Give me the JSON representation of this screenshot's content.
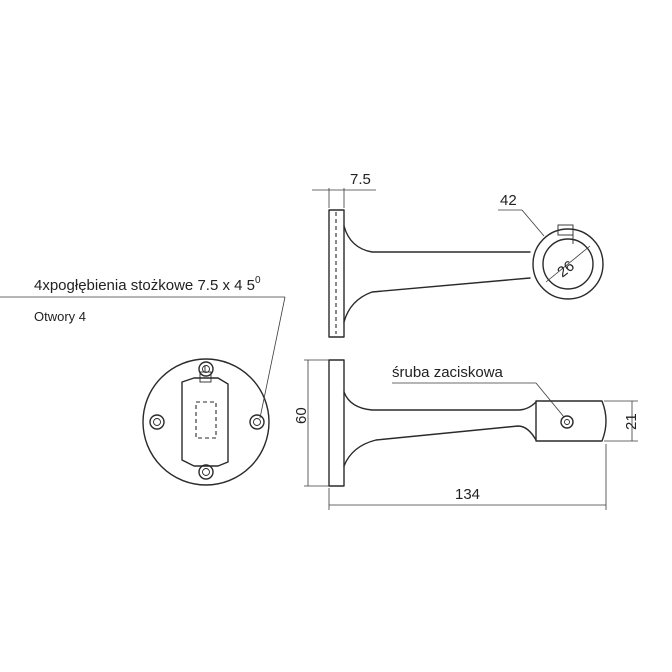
{
  "annotations": {
    "holes_spec": "4xpogłębienia stożkowe 7.5 x 4 5",
    "holes_spec_sup": "0",
    "holes_count": "Otwory 4",
    "clamp_screw": "śruba zaciskowa"
  },
  "dimensions": {
    "plate_thickness": "7.5",
    "ring_outer": "42",
    "ring_inner": "26",
    "plate_height": "60",
    "clamp_height": "21",
    "total_length": "134"
  }
}
